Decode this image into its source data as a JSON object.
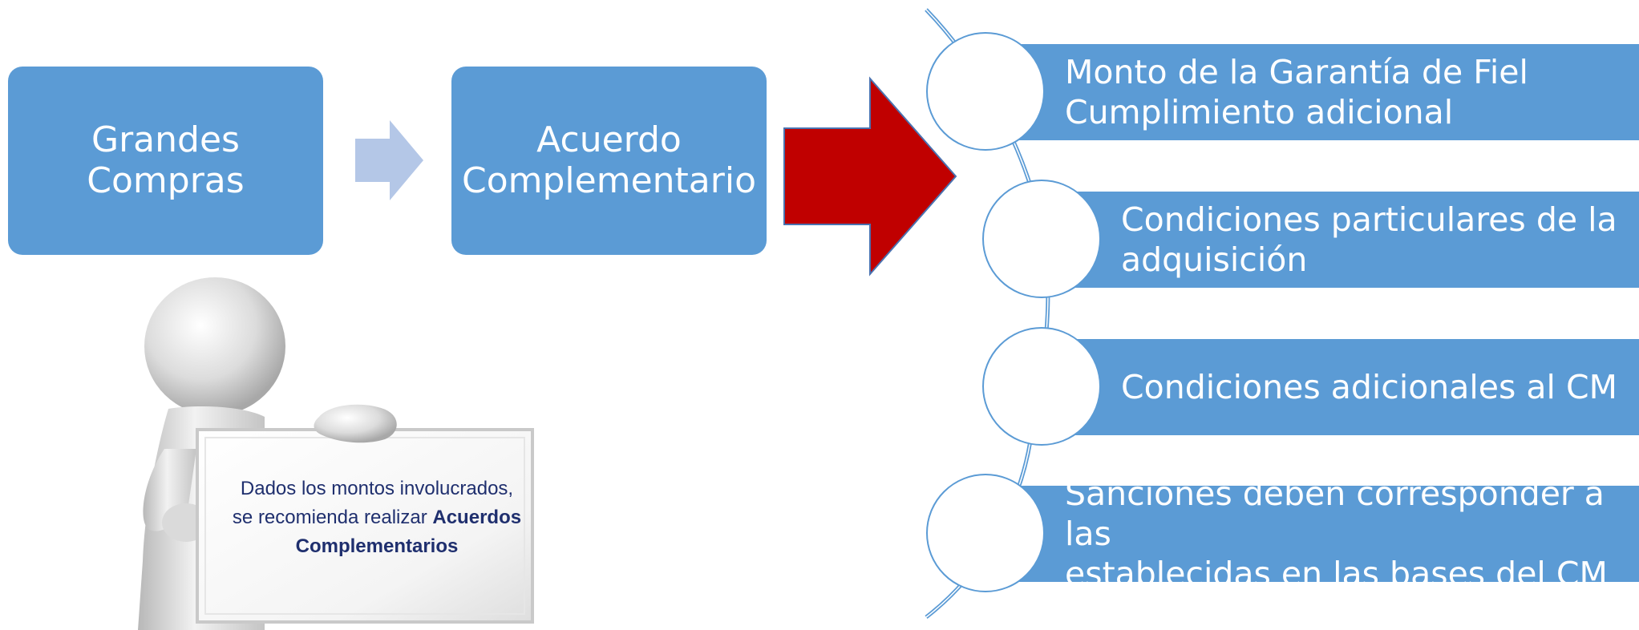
{
  "flow": {
    "step1": "Grandes\nCompras",
    "step2": "Acuerdo\nComplementario"
  },
  "items": [
    {
      "label": "Monto de la Garantía  de Fiel\nCumplimiento adicional"
    },
    {
      "label": "Condiciones particulares de la\nadquisición"
    },
    {
      "label": "Condiciones adicionales al CM"
    },
    {
      "label": "Sanciones deben corresponder a las\nestablecidas en las bases del CM"
    }
  ],
  "board": {
    "text_plain": "Dados los montos involucrados, se recomienda realizar",
    "text_bold": "Acuerdos Complementarios"
  },
  "colors": {
    "box_blue": "#5b9bd5",
    "small_arrow": "#b4c7e7",
    "big_arrow": "#c00000",
    "board_text": "#1f2f6e"
  }
}
